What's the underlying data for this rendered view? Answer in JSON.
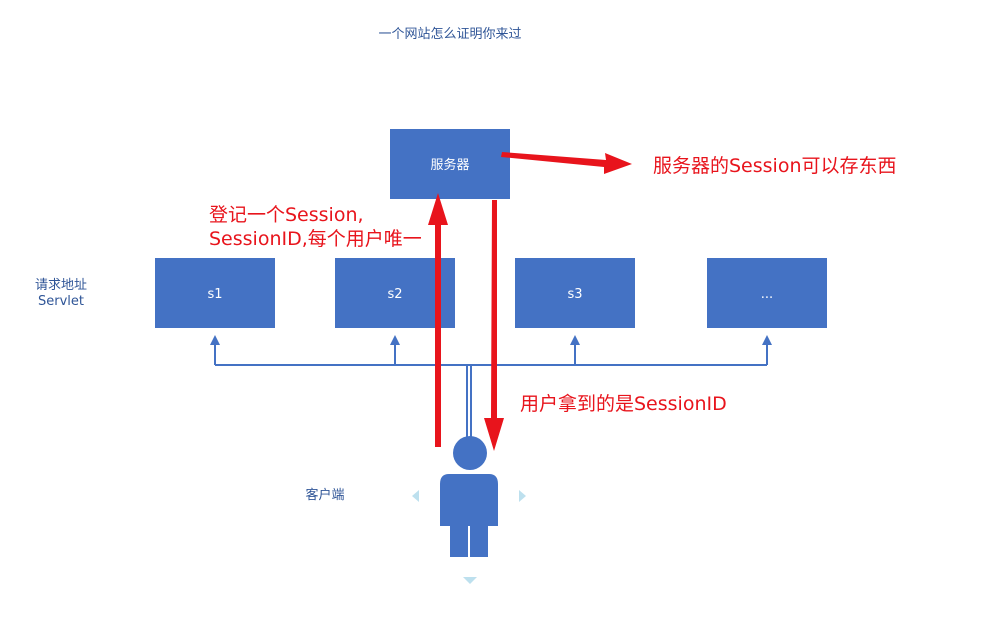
{
  "title": "一个网站怎么证明你来过",
  "server": {
    "label": "服务器"
  },
  "servlet_label": {
    "line1": "请求地址",
    "line2": "Servlet"
  },
  "servlets": [
    {
      "label": "s1"
    },
    {
      "label": "s2"
    },
    {
      "label": "s3"
    },
    {
      "label": "..."
    }
  ],
  "client_label": "客户端",
  "annotations": {
    "server_session": "服务器的Session可以存东西",
    "register_line1": "登记一个Session,",
    "register_line2": "SessionID,每个用户唯一",
    "user_gets": "用户拿到的是SessionID"
  },
  "colors": {
    "box": "#4472c4",
    "connector": "#4472c4",
    "annotation": "#e8141c",
    "text": "#2f5597",
    "nudge": "#bde0ee"
  }
}
